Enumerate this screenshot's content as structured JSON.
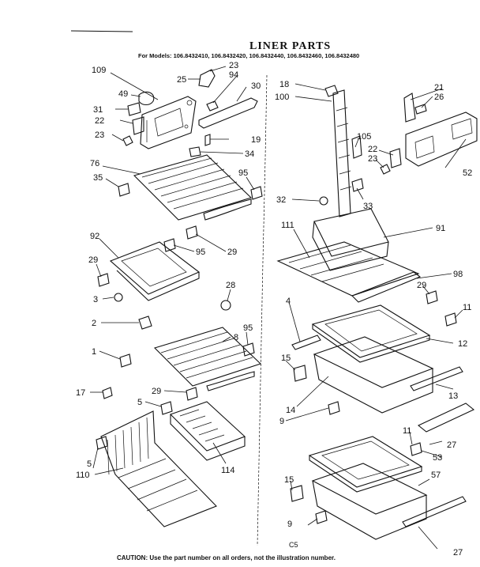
{
  "header": {
    "title": "LINER PARTS",
    "models": "For Models: 106.8432410, 106.8432420, 106.8432440, 106.8432460, 106.8432480"
  },
  "footer": {
    "caution": "CAUTION: Use the part number on all orders, not the illustration number.",
    "code": "C5"
  },
  "callouts": {
    "c109": "109",
    "c25": "25",
    "c23a": "23",
    "c94": "94",
    "c30": "30",
    "c49": "49",
    "c31": "31",
    "c22a": "22",
    "c23b": "23",
    "c19": "19",
    "c34": "34",
    "c76": "76",
    "c35": "35",
    "c95a": "95",
    "c92": "92",
    "c95b": "95",
    "c29a": "29",
    "c29b": "29",
    "c3": "3",
    "c28": "28",
    "c2": "2",
    "c95c": "95",
    "c8": "8",
    "c1": "1",
    "c17": "17",
    "c29c": "29",
    "c5a": "5",
    "c5b": "5",
    "c110": "110",
    "c114": "114",
    "c18": "18",
    "c100": "100",
    "c21": "21",
    "c26": "26",
    "c105": "105",
    "c22b": "22",
    "c23c": "23",
    "c52": "52",
    "c32": "32",
    "c33": "33",
    "c111": "111",
    "c91": "91",
    "c98": "98",
    "c29d": "29",
    "c4": "4",
    "c11a": "11",
    "c15a": "15",
    "c12": "12",
    "c14": "14",
    "c13": "13",
    "c9a": "9",
    "c11b": "11",
    "c27a": "27",
    "c53": "53",
    "c15b": "15",
    "c57": "57",
    "c9b": "9",
    "c27b": "27"
  }
}
